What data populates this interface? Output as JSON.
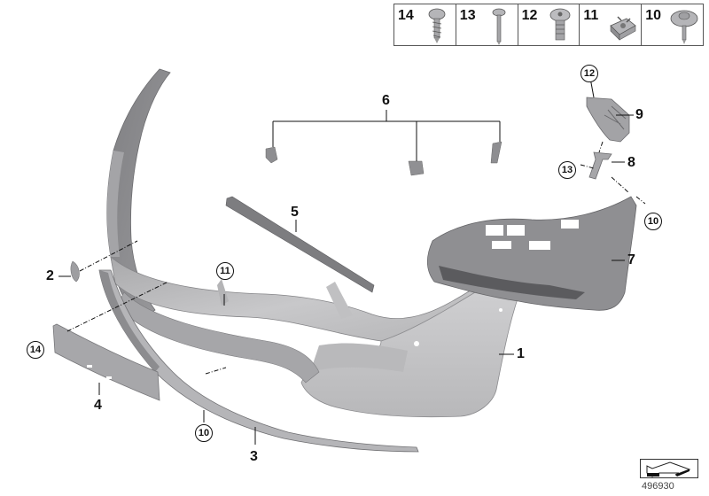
{
  "diagram": {
    "type": "exploded parts diagram",
    "subject": "Front bumper trim panel assembly",
    "reference_number": "496930"
  },
  "fastener_legend": [
    {
      "number": "14",
      "icon": "self-tapping-screw-icon"
    },
    {
      "number": "13",
      "icon": "long-screw-icon"
    },
    {
      "number": "12",
      "icon": "torx-bolt-icon"
    },
    {
      "number": "11",
      "icon": "clip-nut-icon"
    },
    {
      "number": "10",
      "icon": "washer-screw-icon"
    }
  ],
  "part_labels": [
    {
      "number": "1",
      "part": "bumper-trim-panel"
    },
    {
      "number": "2",
      "part": "cover-cap"
    },
    {
      "number": "3",
      "part": "lower-spoiler-trim"
    },
    {
      "number": "4",
      "part": "license-plate-base"
    },
    {
      "number": "5",
      "part": "trim-strip"
    },
    {
      "number": "6",
      "part": "sensor-brackets"
    },
    {
      "number": "7",
      "part": "bumper-carrier"
    },
    {
      "number": "8",
      "part": "support-bracket"
    },
    {
      "number": "9",
      "part": "mounting-bracket"
    }
  ],
  "circled_labels": {
    "c12": "12",
    "c13": "13",
    "c10_right": "10",
    "c11": "11",
    "c14": "14",
    "c10_bottom": "10"
  },
  "labels": {
    "l1": "1",
    "l2": "2",
    "l3": "3",
    "l4": "4",
    "l5": "5",
    "l6": "6",
    "l7": "7",
    "l8": "8",
    "l9": "9"
  }
}
